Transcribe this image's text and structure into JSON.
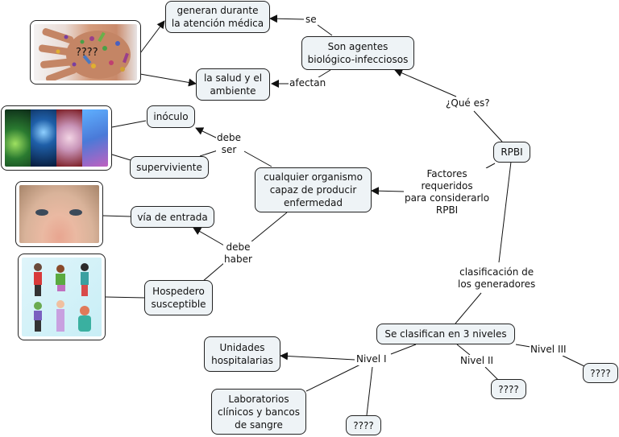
{
  "concept_map": {
    "nodes": {
      "rpbi": "RPBI",
      "son_agentes": "Son agentes\nbiológico-infecciosos",
      "generan": "generan durante\nla atención médica",
      "salud": "la salud y el\nambiente",
      "cualquier": "cualquier organismo\ncapaz de producir\nenfermedad",
      "inoculo": "inóculo",
      "superviviente": "superviviente",
      "via": "vía de entrada",
      "hospedero": "Hospedero\nsusceptible",
      "se_clasifican": "Se clasifican en 3 niveles",
      "unidades": "Unidades\nhospitalarias",
      "laboratorios": "Laboratorios\nclínicos y bancos\nde sangre",
      "q_nivel1": "????",
      "q_nivel2": "????",
      "q_nivel3": "????"
    },
    "link_labels": {
      "que_es": "¿Qué es?",
      "se": "se",
      "afectan": "afectan",
      "factores": "Factores\nrequeridos\npara considerarlo\nRPBI",
      "debe_ser": "debe\nser",
      "debe_haber": "debe\nhaber",
      "clasificacion": "clasificación de\nlos generadores",
      "nivel1": "Nivel I",
      "nivel2": "Nivel II",
      "nivel3": "Nivel III"
    },
    "images": {
      "hand": {
        "icon": "contaminated-hand-image",
        "overlay_text": "????"
      },
      "microbes": {
        "icon": "microorganisms-image"
      },
      "child_eyes": {
        "icon": "child-face-image"
      },
      "sick_people": {
        "icon": "sick-people-image"
      }
    },
    "colors": {
      "node_fill": "#eef3f6",
      "node_border": "#222222",
      "line": "#111111"
    }
  }
}
